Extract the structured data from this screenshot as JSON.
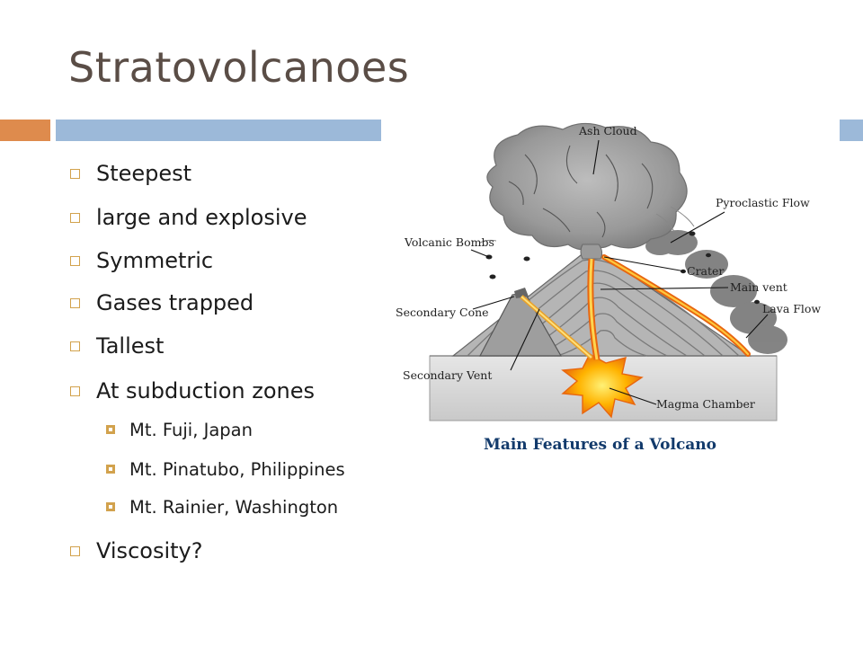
{
  "slide": {
    "title": "Stratovolcanoes",
    "colors": {
      "accent_orange": "#de8b4d",
      "accent_blue": "#9cb9d9",
      "title": "#5a4d46",
      "bullet_marker": "#d2a24d"
    },
    "bullets": [
      "Steepest",
      "large and explosive",
      "Symmetric",
      "Gases trapped",
      "Tallest",
      "At subduction zones"
    ],
    "sub_bullets": [
      "Mt. Fuji, Japan",
      "Mt. Pinatubo, Philippines",
      "Mt. Rainier, Washington"
    ],
    "last_bullet": "Viscosity?"
  },
  "diagram": {
    "caption": "Main Features of a Volcano",
    "labels": {
      "ash_cloud": "Ash Cloud",
      "pyroclastic_flow": "Pyroclastic Flow",
      "volcanic_bombs": "Volcanic Bombs",
      "crater": "Crater",
      "main_vent": "Main vent",
      "secondary_cone": "Secondary Cone",
      "lava_flow": "Lava Flow",
      "secondary_vent": "Secondary Vent",
      "magma_chamber": "Magma Chamber"
    }
  }
}
